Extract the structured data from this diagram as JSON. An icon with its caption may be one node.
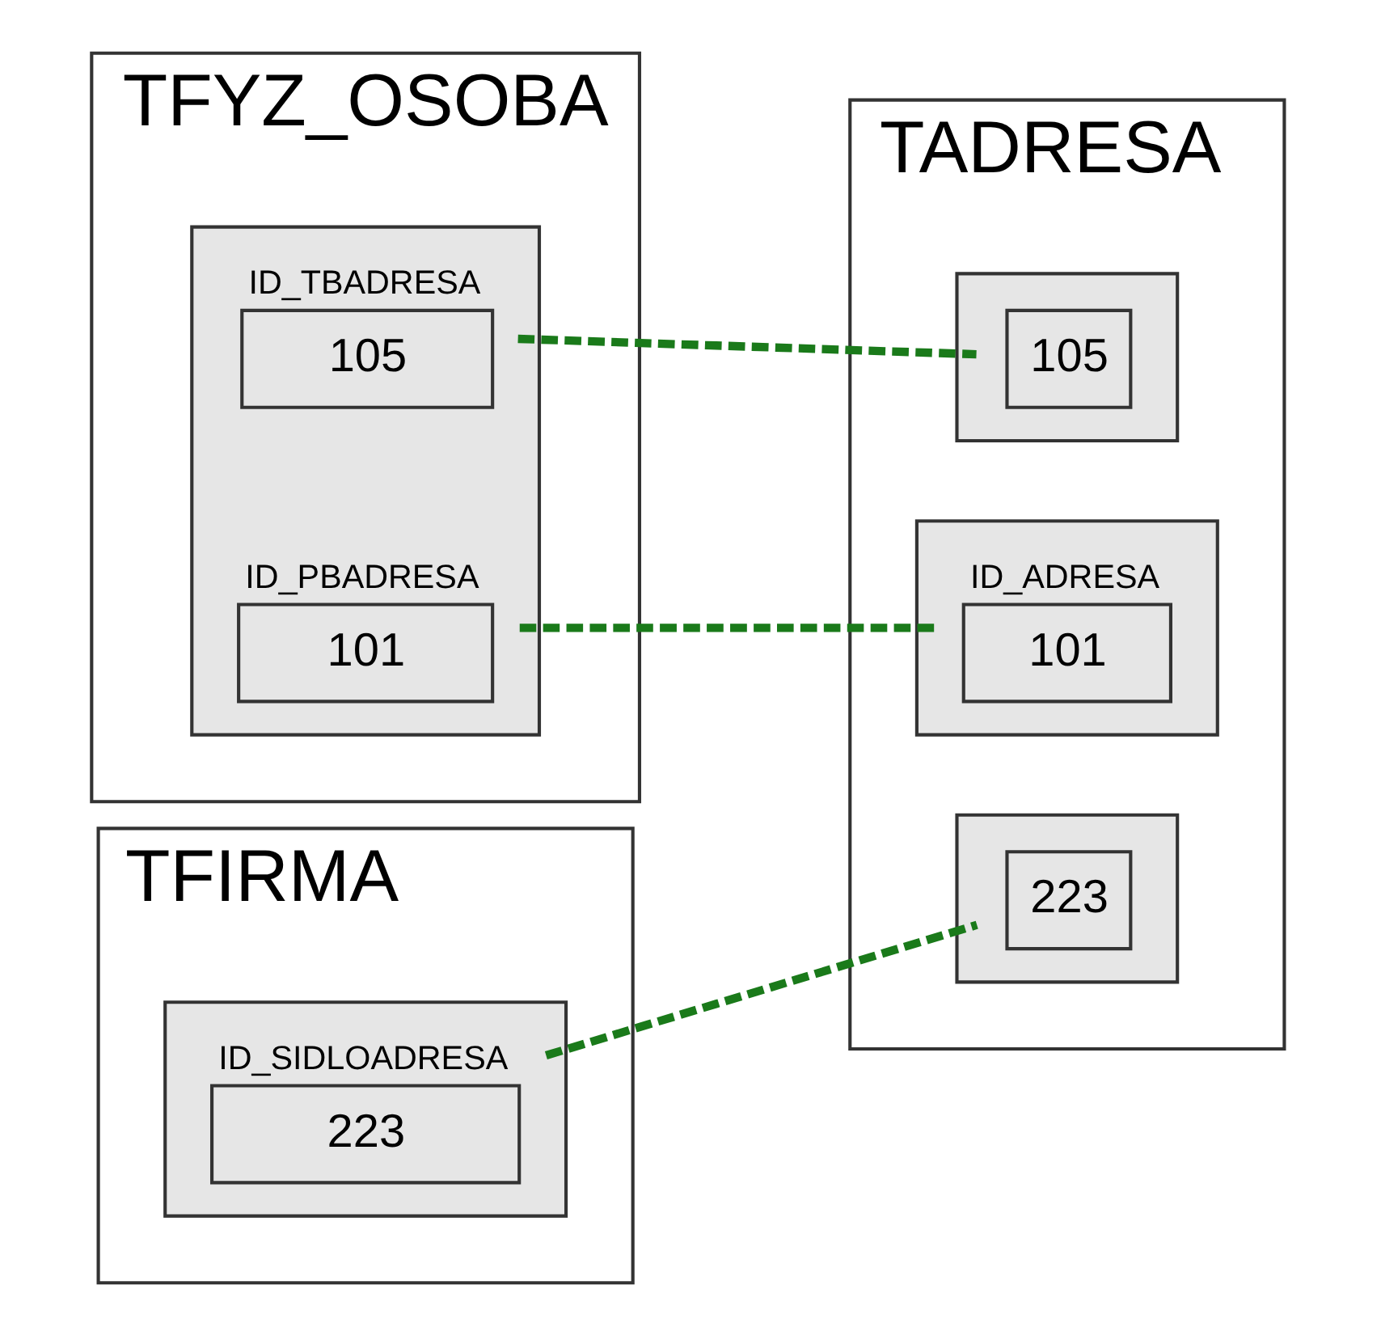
{
  "diagram": {
    "nodes": [
      {
        "text": [
          "TFYZ_OSOBA"
        ]
      },
      {
        "text": [],
        "shape": "bar",
        "in": 0
      },
      {
        "text": [
          "105"
        ],
        "in": 1,
        "beside": [
          "ID_TBADRESA"
        ]
      },
      {
        "text": [
          "101"
        ],
        "in": 1,
        "beside": [
          "ID_PBADRESA"
        ]
      },
      {
        "text": [
          "TADRESA"
        ]
      },
      {
        "text": [],
        "shape": "bar",
        "in": 4
      },
      {
        "text": [
          "101"
        ],
        "in": 5,
        "beside": [
          "ID_ADRESA"
        ]
      },
      {
        "text": [],
        "shape": "bar",
        "in": 4
      },
      {
        "text": [
          "105"
        ],
        "in": 7
      },
      {
        "text": [],
        "shape": "bar",
        "in": 4
      },
      {
        "text": [
          "223"
        ],
        "in": 9
      },
      {
        "text": [
          "TFIRMA"
        ]
      },
      {
        "text": [],
        "shape": "bar",
        "in": 11
      },
      {
        "text": [
          "223"
        ],
        "in": 12,
        "beside": [
          "ID_SIDLOADRESA"
        ]
      }
    ],
    "edges": [
      {
        "from": 3,
        "to": 6,
        "arrow": "none",
        "style": "dashed",
        "color": "#1a7a1a"
      },
      {
        "from": 2,
        "to": 8,
        "arrow": "none",
        "style": "dashed",
        "color": "#1a7a1a"
      },
      {
        "from": 13,
        "to": 10,
        "arrow": "none",
        "style": "dashed",
        "color": "#1a7a1a"
      }
    ]
  }
}
